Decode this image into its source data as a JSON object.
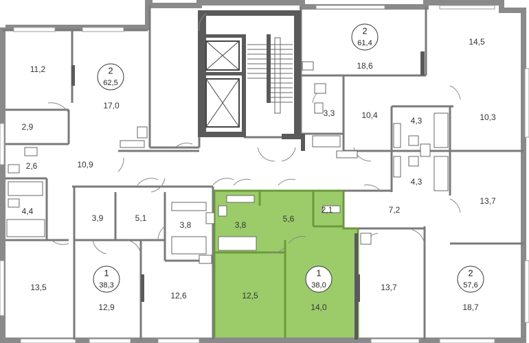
{
  "colors": {
    "highlight": "#9ccc6a",
    "highlight_border": "#6a9a3a",
    "wall": "#5a5a5a",
    "background": "#ffffff"
  },
  "apartments": [
    {
      "id": "apt-62-5",
      "rooms": "2",
      "area": "62,5"
    },
    {
      "id": "apt-61-4",
      "rooms": "2",
      "area": "61,4"
    },
    {
      "id": "apt-38-3",
      "rooms": "1",
      "area": "38,3"
    },
    {
      "id": "apt-38-0",
      "rooms": "1",
      "area": "38,0",
      "highlighted": true
    },
    {
      "id": "apt-57-6",
      "rooms": "2",
      "area": "57,6"
    }
  ],
  "room_areas": [
    "11,2",
    "17,0",
    "2,9",
    "2,6",
    "10,9",
    "4,4",
    "3,9",
    "5,1",
    "3,8",
    "3,8",
    "5,6",
    "2,1",
    "7,2",
    "13,5",
    "12,9",
    "12,6",
    "12,5",
    "14,0",
    "13,7",
    "18,7",
    "18,6",
    "14,5",
    "3,3",
    "10,4",
    "4,3",
    "10,3",
    "4,3",
    "13,7"
  ]
}
